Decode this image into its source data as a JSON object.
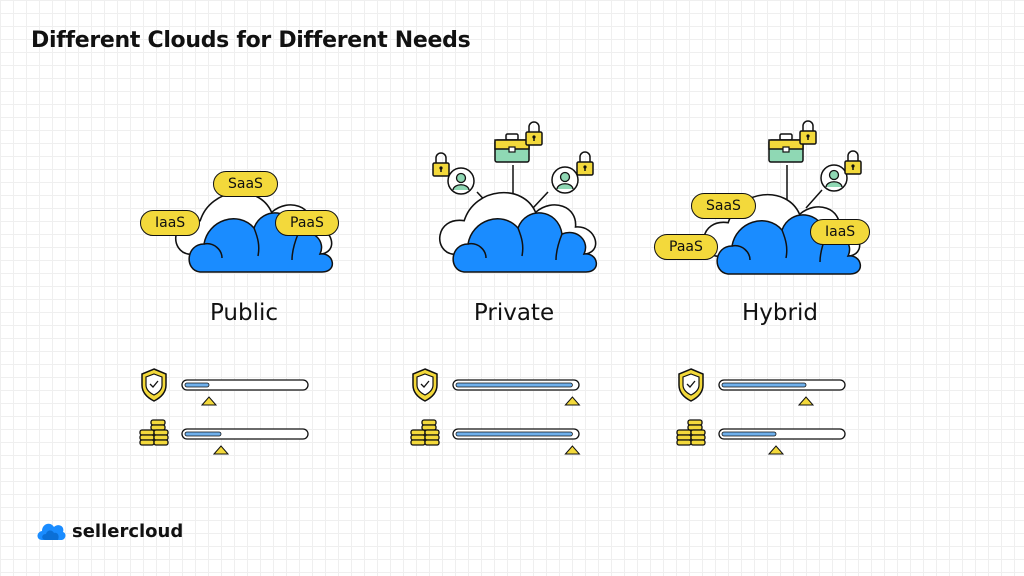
{
  "title": "Different Clouds for Different Needs",
  "columns": [
    {
      "label": "Public",
      "tags": [
        "SaaS",
        "IaaS",
        "PaaS"
      ],
      "security_level": 0.2,
      "cost_level": 0.3
    },
    {
      "label": "Private",
      "tags": [],
      "security_level": 0.97,
      "cost_level": 0.97
    },
    {
      "label": "Hybrid",
      "tags": [
        "SaaS",
        "PaaS",
        "IaaS"
      ],
      "security_level": 0.7,
      "cost_level": 0.45
    }
  ],
  "icons": {
    "security": "shield-check-icon",
    "cost": "coin-stack-icon",
    "access": "user-lock-icon",
    "business": "briefcase-lock-icon"
  },
  "colors": {
    "cloud_blue": "#1a8cff",
    "tag_yellow": "#f3d93b",
    "bar_fill": "#6fb0ec",
    "briefcase_green": "#8fd8b4"
  },
  "brand": {
    "name": "sellercloud"
  }
}
